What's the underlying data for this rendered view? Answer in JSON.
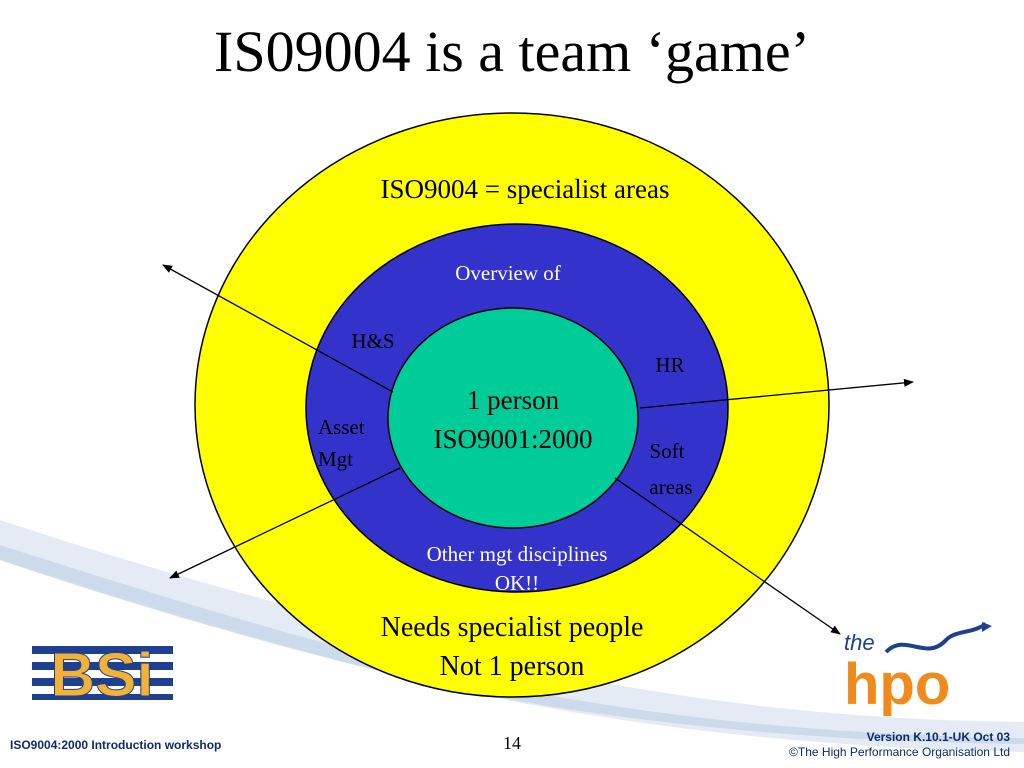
{
  "slide": {
    "title": "IS09004 is a team ‘game’",
    "page_number": "14",
    "footer_left": "ISO9004:2000 Introduction workshop",
    "footer_version": "Version K.10.1-UK Oct 03",
    "footer_copyright": "©The High Performance Organisation Ltd"
  },
  "diagram": {
    "outer_ring": {
      "top_label": "ISO9004 = specialist areas",
      "bottom_line1": "Needs specialist people",
      "bottom_line2": "Not 1 person",
      "color": "#ffff00"
    },
    "middle_ring": {
      "top_label": "Overview of",
      "hs": "H&S",
      "hr": "HR",
      "asset1": "Asset",
      "asset2": "Mgt",
      "soft1": "Soft",
      "soft2": "areas",
      "bottom1": "Other mgt disciplines",
      "bottom2": "OK!!",
      "color": "#3333cc"
    },
    "inner_circle": {
      "line1": "1 person",
      "line2": "ISO9001:2000",
      "color": "#00cc99"
    }
  },
  "logos": {
    "left": "BSi",
    "right_small": "the",
    "right_big": "hpo"
  }
}
